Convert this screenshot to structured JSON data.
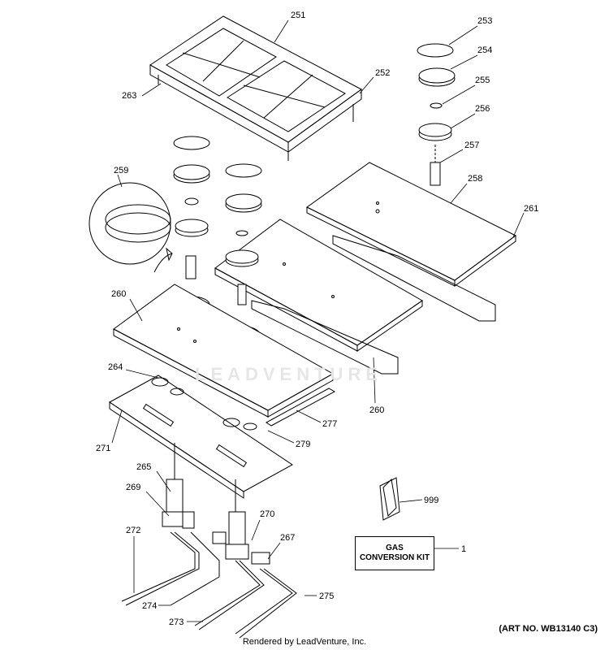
{
  "callouts": [
    {
      "id": "251",
      "text": "251"
    },
    {
      "id": "252",
      "text": "252"
    },
    {
      "id": "253",
      "text": "253"
    },
    {
      "id": "254",
      "text": "254"
    },
    {
      "id": "255",
      "text": "255"
    },
    {
      "id": "256",
      "text": "256"
    },
    {
      "id": "257",
      "text": "257"
    },
    {
      "id": "258",
      "text": "258"
    },
    {
      "id": "259",
      "text": "259"
    },
    {
      "id": "260a",
      "text": "260"
    },
    {
      "id": "260b",
      "text": "260"
    },
    {
      "id": "261",
      "text": "261"
    },
    {
      "id": "263",
      "text": "263"
    },
    {
      "id": "264",
      "text": "264"
    },
    {
      "id": "265",
      "text": "265"
    },
    {
      "id": "267",
      "text": "267"
    },
    {
      "id": "269",
      "text": "269"
    },
    {
      "id": "270",
      "text": "270"
    },
    {
      "id": "271",
      "text": "271"
    },
    {
      "id": "272",
      "text": "272"
    },
    {
      "id": "273",
      "text": "273"
    },
    {
      "id": "274",
      "text": "274"
    },
    {
      "id": "275",
      "text": "275"
    },
    {
      "id": "277",
      "text": "277"
    },
    {
      "id": "279",
      "text": "279"
    },
    {
      "id": "999",
      "text": "999"
    },
    {
      "id": "1",
      "text": "1"
    }
  ],
  "kit": {
    "line1": "GAS",
    "line2": "CONVERSION KIT"
  },
  "watermark": "LEADVENTURE",
  "footer": {
    "credit": "Rendered by LeadVenture, Inc.",
    "art_no": "(ART NO. WB13140 C3)"
  }
}
